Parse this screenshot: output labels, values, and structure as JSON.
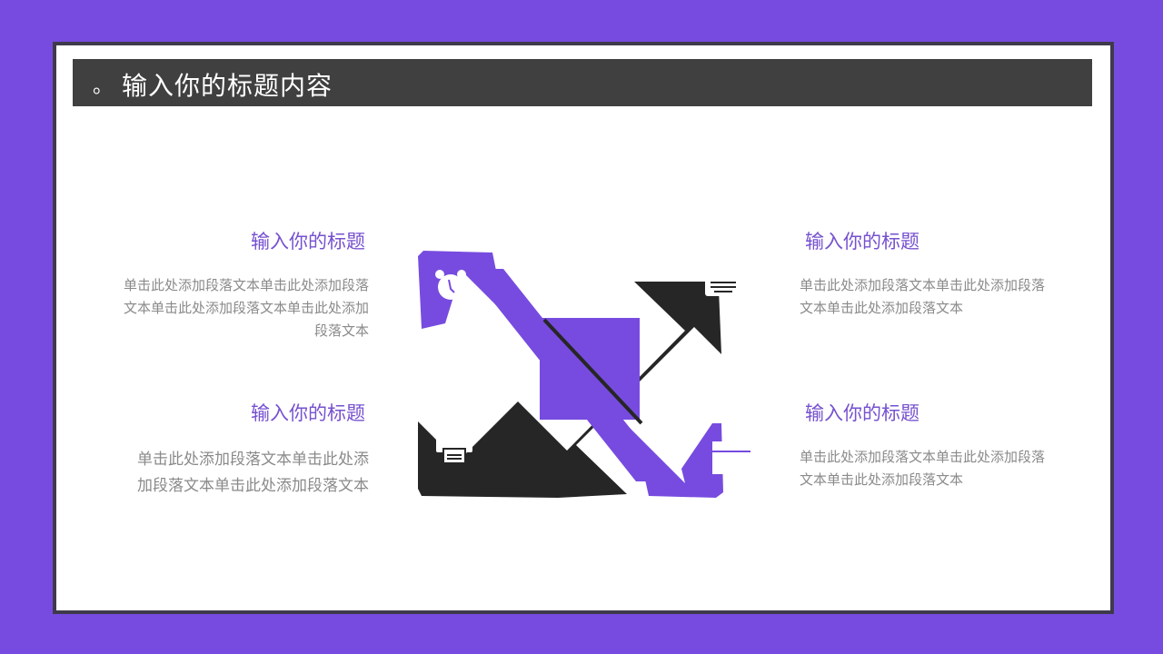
{
  "slide": {
    "title_prefix": "。",
    "title": "输入你的标题内容"
  },
  "items": [
    {
      "heading": "输入你的标题",
      "body": "单击此处添加段落文本单击此处添加段落文本单击此处添加段落文本单击此处添加段落文本",
      "icon": "alarm-clock-icon"
    },
    {
      "heading": "输入你的标题",
      "body": "单击此处添加段落文本单击此处添加段落文本单击此处添加段落文本",
      "icon": "printer-icon"
    },
    {
      "heading": "输入你的标题",
      "body": "单击此处添加段落文本单击此处添加段落文本单击此处添加段落文本",
      "icon": "keyboard-icon"
    },
    {
      "heading": "输入你的标题",
      "body": "单击此处添加段落文本单击此处添加段落文本单击此处添加段落文本",
      "icon": "folder-icon"
    }
  ],
  "colors": {
    "accent": "#774bdf",
    "dark": "#262626",
    "titlebar": "#404040",
    "heading": "#7651cf",
    "body": "#8a8a8a"
  }
}
